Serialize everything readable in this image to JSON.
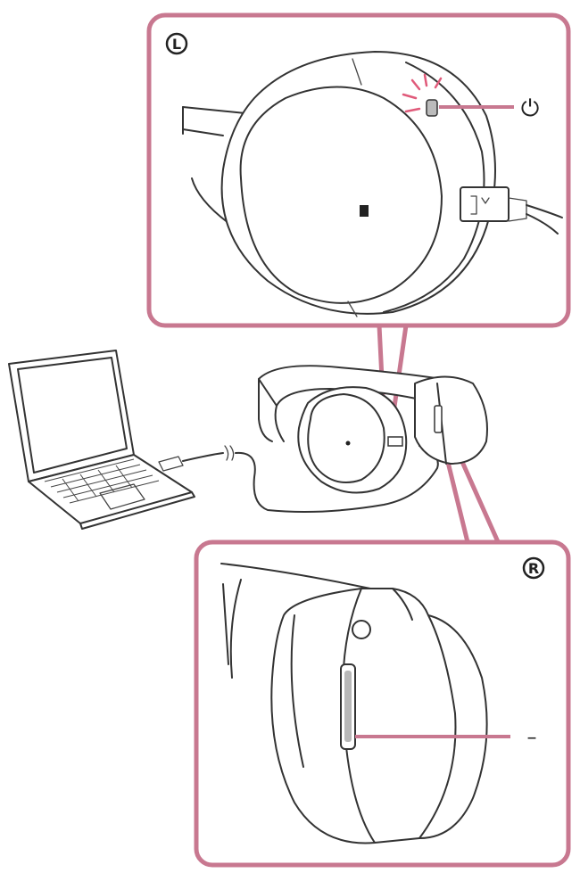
{
  "figure": {
    "left_panel_label": "L",
    "right_panel_label": "R",
    "power_symbol": "⏻",
    "brand_mark": "ꟾ",
    "minus_mark": "–",
    "colors": {
      "callout_frame": "#c87890",
      "indicator_glow": "#e05a7a",
      "ink": "#333333",
      "background": "#ffffff"
    },
    "icons": [
      "power-icon",
      "indicator-light-icon",
      "usb-plug-icon",
      "laptop-icon"
    ]
  }
}
